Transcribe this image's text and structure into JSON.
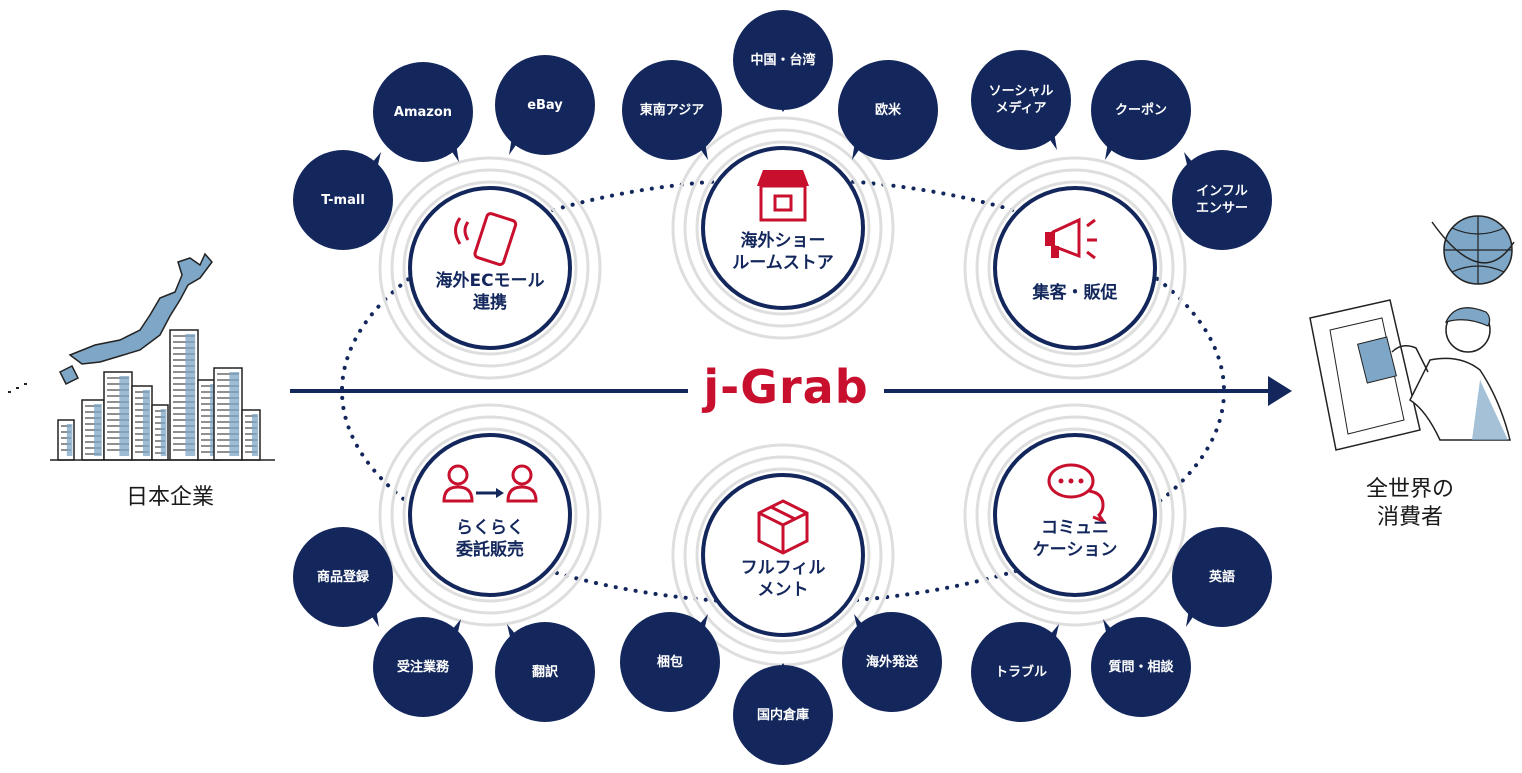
{
  "brand": "j-Grab",
  "left_label": "日本企業",
  "right_label": [
    "全世界の",
    "消費者"
  ],
  "hubs": [
    {
      "id": "ec",
      "lines": [
        "海外ECモール",
        "連携"
      ],
      "icon": "smartphone-icon"
    },
    {
      "id": "showroom",
      "lines": [
        "海外ショー",
        "ルームストア"
      ],
      "icon": "store-icon"
    },
    {
      "id": "promo",
      "lines": [
        "集客・販促"
      ],
      "icon": "megaphone-icon"
    },
    {
      "id": "consign",
      "lines": [
        "らくらく",
        "委託販売"
      ],
      "icon": "people-transfer-icon"
    },
    {
      "id": "fulfill",
      "lines": [
        "フルフィル",
        "メント"
      ],
      "icon": "package-icon"
    },
    {
      "id": "comm",
      "lines": [
        "コミュニ",
        "ケーション"
      ],
      "icon": "chat-bubbles-icon"
    }
  ],
  "bubbles": [
    {
      "hub": "ec",
      "lines": [
        "T-mall"
      ]
    },
    {
      "hub": "ec",
      "lines": [
        "Amazon"
      ]
    },
    {
      "hub": "ec",
      "lines": [
        "eBay"
      ]
    },
    {
      "hub": "showroom",
      "lines": [
        "東南アジア"
      ]
    },
    {
      "hub": "showroom",
      "lines": [
        "中国・台湾"
      ]
    },
    {
      "hub": "showroom",
      "lines": [
        "欧米"
      ]
    },
    {
      "hub": "promo",
      "lines": [
        "ソーシャル",
        "メディア"
      ]
    },
    {
      "hub": "promo",
      "lines": [
        "クーポン"
      ]
    },
    {
      "hub": "promo",
      "lines": [
        "インフル",
        "エンサー"
      ]
    },
    {
      "hub": "consign",
      "lines": [
        "商品登録"
      ]
    },
    {
      "hub": "consign",
      "lines": [
        "受注業務"
      ]
    },
    {
      "hub": "consign",
      "lines": [
        "翻訳"
      ]
    },
    {
      "hub": "fulfill",
      "lines": [
        "梱包"
      ]
    },
    {
      "hub": "fulfill",
      "lines": [
        "国内倉庫"
      ]
    },
    {
      "hub": "fulfill",
      "lines": [
        "海外発送"
      ]
    },
    {
      "hub": "comm",
      "lines": [
        "トラブル"
      ]
    },
    {
      "hub": "comm",
      "lines": [
        "質問・相談"
      ]
    },
    {
      "hub": "comm",
      "lines": [
        "英語"
      ]
    }
  ],
  "colors": {
    "navy": "#13275c",
    "red": "#c8102e",
    "ring": "#dedede",
    "steel": "#7ea6c6"
  }
}
